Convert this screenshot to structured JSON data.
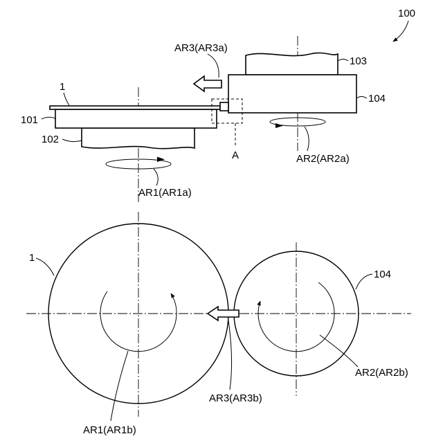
{
  "figure_number": "100",
  "colors": {
    "line": "#000000",
    "background": "#ffffff"
  },
  "side_view": {
    "ref_1": "1",
    "ref_101": "101",
    "ref_102": "102",
    "ref_103": "103",
    "ref_104": "104",
    "detail": "A",
    "rotation_1": "AR1(AR1a)",
    "rotation_2": "AR2(AR2a)",
    "feed": "AR3(AR3a)"
  },
  "plan_view": {
    "ref_1": "1",
    "ref_104": "104",
    "rotation_1": "AR1(AR1b)",
    "rotation_2": "AR2(AR2b)",
    "feed": "AR3(AR3b)"
  }
}
